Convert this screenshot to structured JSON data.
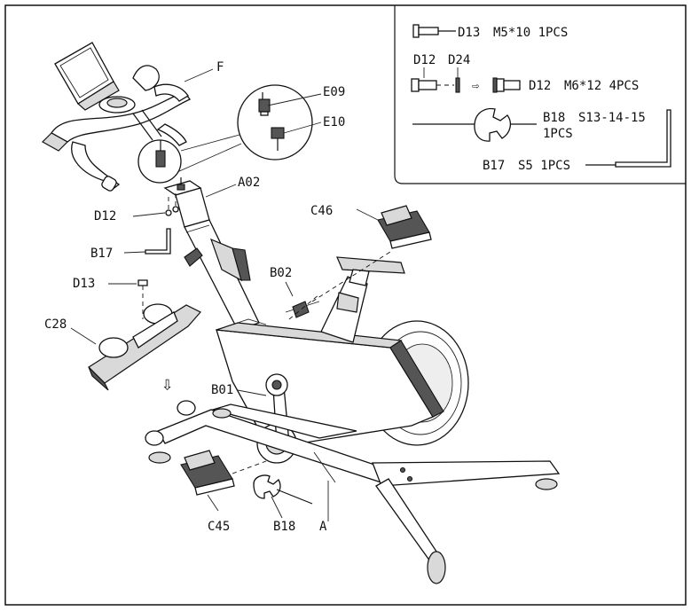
{
  "hardware_box": {
    "d13": "D13",
    "d13_spec": "M5*10 1PCS",
    "d12_top": "D12",
    "d24": "D24",
    "d12_arrow": "⇨",
    "d12": "D12",
    "d12_spec": "M6*12 4PCS",
    "b18": "B18",
    "b18_spec_line1": "S13-14-15",
    "b18_spec_line2": "1PCS",
    "b17": "B17",
    "b17_spec": "S5 1PCS"
  },
  "callouts": {
    "F": "F",
    "E09": "E09",
    "E10": "E10",
    "A02": "A02",
    "D12": "D12",
    "C46": "C46",
    "B17": "B17",
    "D13": "D13",
    "B02": "B02",
    "C28": "C28",
    "B01": "B01",
    "C45": "C45",
    "B18": "B18",
    "A": "A"
  },
  "arrow_down": "⇩"
}
